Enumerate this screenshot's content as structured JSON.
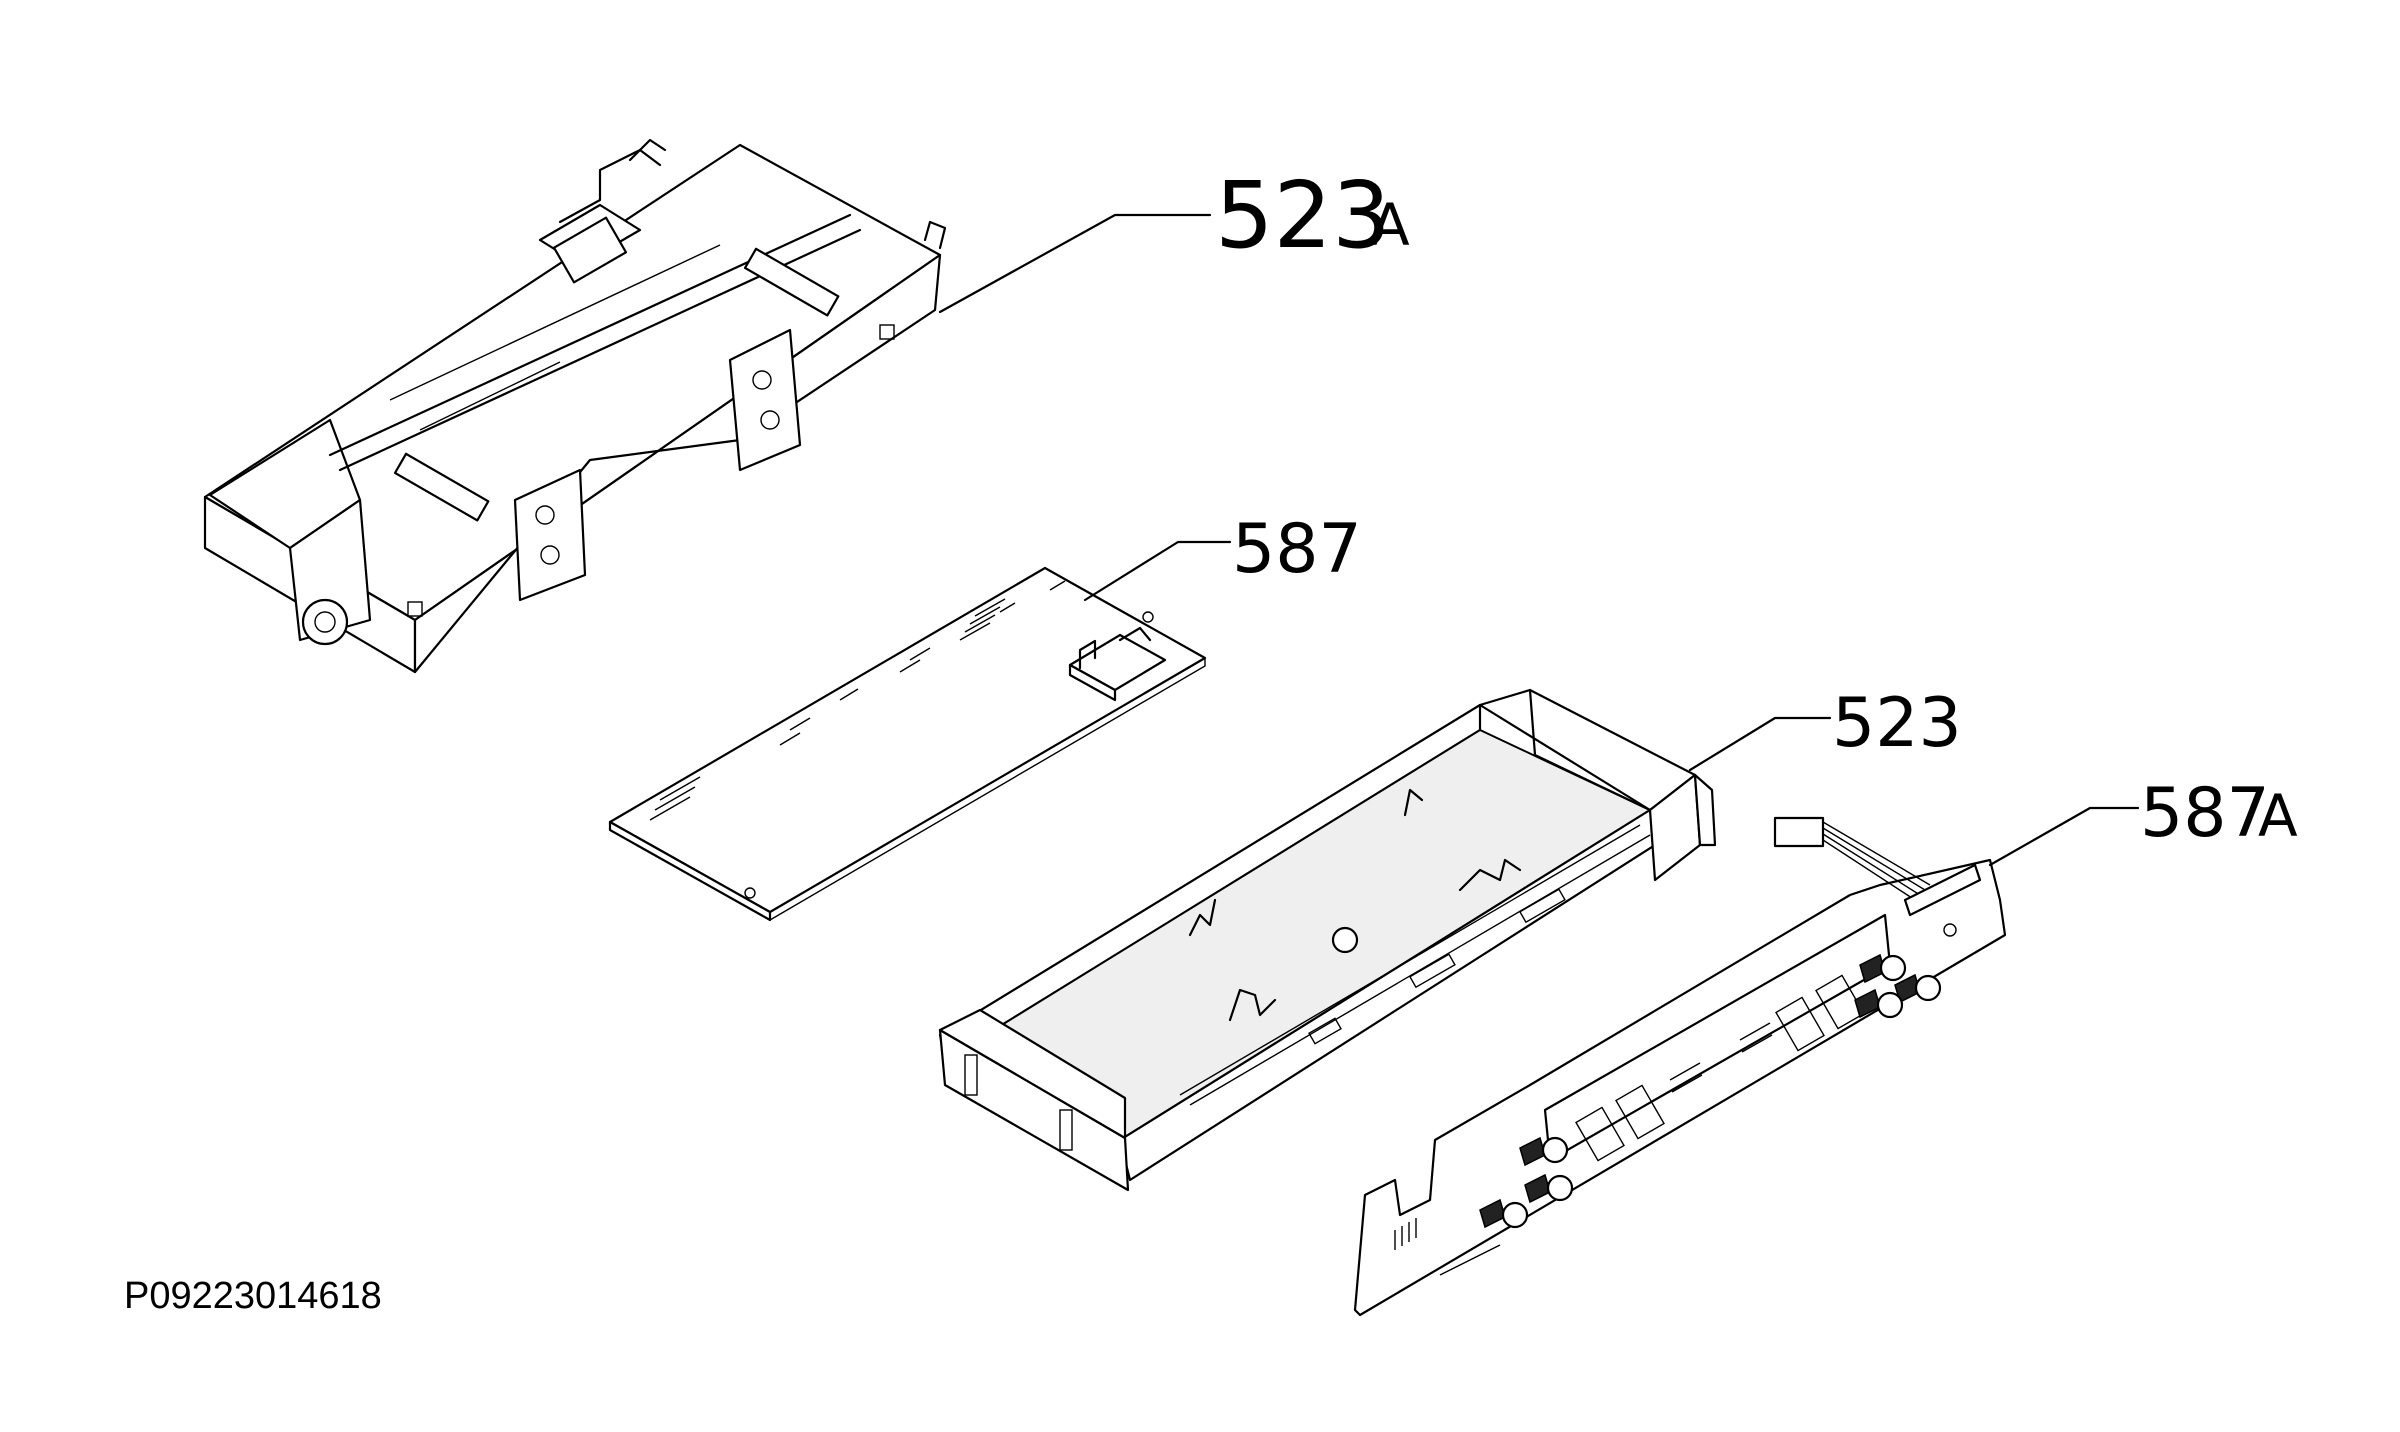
{
  "diagram": {
    "drawing_code": "P09223014618",
    "callouts": [
      {
        "id": "c523a",
        "number": "523",
        "suffix": "A"
      },
      {
        "id": "c587",
        "number": "587",
        "suffix": ""
      },
      {
        "id": "c523",
        "number": "523",
        "suffix": ""
      },
      {
        "id": "c587a",
        "number": "587",
        "suffix": "A"
      }
    ]
  }
}
